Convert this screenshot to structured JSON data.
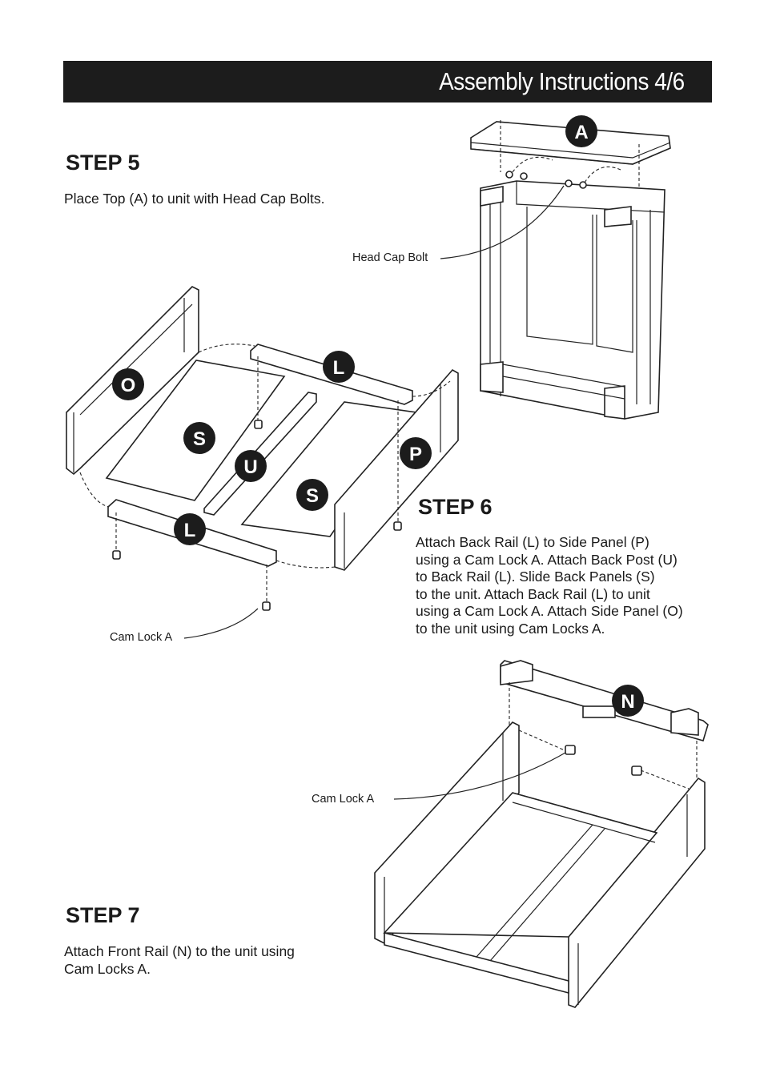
{
  "header": {
    "title": "Assembly Instructions 4/6",
    "bar_color": "#1c1c1c"
  },
  "step5": {
    "title": "STEP 5",
    "text": "Place Top (A) to unit with Head Cap Bolts.",
    "callout": "Head Cap Bolt",
    "parts": [
      "A"
    ]
  },
  "step6": {
    "title": "STEP 6",
    "text": "Attach Back Rail (L) to Side Panel (P)\nusing a Cam Lock A. Attach Back Post (U)\nto Back Rail (L). Slide Back Panels (S)\nto the unit. Attach Back Rail (L) to unit\nusing a Cam Lock A. Attach Side Panel (O)\nto the unit using Cam Locks A.",
    "callout": "Cam Lock A",
    "parts": [
      "L",
      "O",
      "S",
      "U",
      "P",
      "S",
      "L"
    ]
  },
  "step7": {
    "title": "STEP 7",
    "text": "Attach Front Rail (N) to the unit using\nCam Locks A.",
    "callout": "Cam Lock A",
    "parts": [
      "N"
    ]
  }
}
